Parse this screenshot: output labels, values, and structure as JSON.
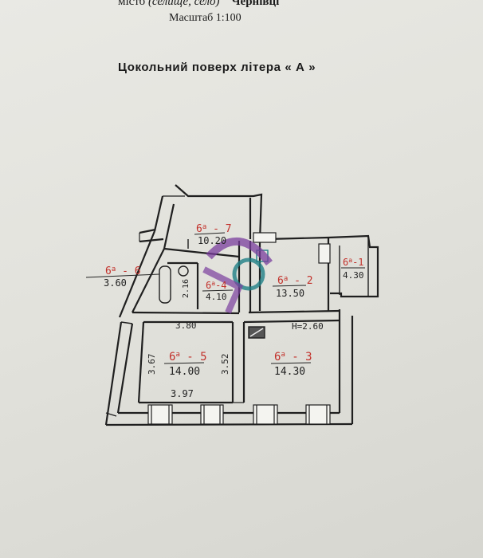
{
  "header": {
    "settlement_prefix": "місто",
    "settlement_options": "(селище, село)",
    "city": "Чернівці",
    "scale": "Масштаб 1:100"
  },
  "title": "Цокольний поверх літера « А »",
  "rooms": [
    {
      "id": "6а-7",
      "code": "6",
      "letter": "а",
      "num": "7",
      "area": "10.20"
    },
    {
      "id": "6а-6",
      "code": "6",
      "letter": "а",
      "num": "6",
      "area": "3.60"
    },
    {
      "id": "6а-4",
      "code": "6",
      "letter": "а",
      "num": "4",
      "area": "4.10"
    },
    {
      "id": "6а-2",
      "code": "6",
      "letter": "а",
      "num": "2",
      "area": "13.50"
    },
    {
      "id": "6а-1",
      "code": "6",
      "letter": "а",
      "num": "1",
      "area": "4.30"
    },
    {
      "id": "6а-5",
      "code": "6",
      "letter": "а",
      "num": "5",
      "area": "14.00"
    },
    {
      "id": "6а-3",
      "code": "6",
      "letter": "а",
      "num": "3",
      "area": "14.30"
    }
  ],
  "dimensions": {
    "room5_top": "3.80",
    "room5_bottom": "3.97",
    "room5_left": "3.67",
    "room5_right": "3.52",
    "bathroom": "2.16"
  },
  "ceiling_height": "H=2.60",
  "colors": {
    "ink": "#1f1f1f",
    "red_ink": "#c2302a",
    "stamp_violet": "#7a3e9e",
    "stamp_teal": "#1f7f86"
  }
}
